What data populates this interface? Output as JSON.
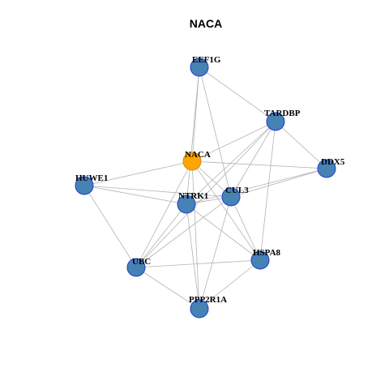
{
  "title": "NACA",
  "colors": {
    "background": "#ffffff",
    "edge": "#b3b3b3",
    "node_fill": "#4682b4",
    "node_stroke": "#1f3fd1",
    "focus_fill": "#ffa500",
    "focus_stroke": "#d28a1a"
  },
  "nodes": [
    {
      "id": "EEF1G",
      "label": "EEF1G",
      "focus": false
    },
    {
      "id": "TARDBP",
      "label": "TARDBP",
      "focus": false
    },
    {
      "id": "NACA",
      "label": "NACA",
      "focus": true
    },
    {
      "id": "DDX5",
      "label": "DDX5",
      "focus": false
    },
    {
      "id": "HUWE1",
      "label": "HUWE1",
      "focus": false
    },
    {
      "id": "NTRK1",
      "label": "NTRK1",
      "focus": false
    },
    {
      "id": "CUL3",
      "label": "CUL3",
      "focus": false
    },
    {
      "id": "HSPA8",
      "label": "HSPA8",
      "focus": false
    },
    {
      "id": "UBC",
      "label": "UBC",
      "focus": false
    },
    {
      "id": "PPP2R1A",
      "label": "PPP2R1A",
      "focus": false
    }
  ],
  "edges": [
    [
      "EEF1G",
      "NACA"
    ],
    [
      "EEF1G",
      "NTRK1"
    ],
    [
      "EEF1G",
      "TARDBP"
    ],
    [
      "EEF1G",
      "CUL3"
    ],
    [
      "TARDBP",
      "NACA"
    ],
    [
      "TARDBP",
      "DDX5"
    ],
    [
      "TARDBP",
      "NTRK1"
    ],
    [
      "TARDBP",
      "CUL3"
    ],
    [
      "TARDBP",
      "HSPA8"
    ],
    [
      "TARDBP",
      "UBC"
    ],
    [
      "NACA",
      "DDX5"
    ],
    [
      "NACA",
      "HUWE1"
    ],
    [
      "NACA",
      "CUL3"
    ],
    [
      "NACA",
      "HSPA8"
    ],
    [
      "NACA",
      "UBC"
    ],
    [
      "NACA",
      "PPP2R1A"
    ],
    [
      "DDX5",
      "NTRK1"
    ],
    [
      "DDX5",
      "CUL3"
    ],
    [
      "HUWE1",
      "NTRK1"
    ],
    [
      "HUWE1",
      "CUL3"
    ],
    [
      "HUWE1",
      "UBC"
    ],
    [
      "NTRK1",
      "CUL3"
    ],
    [
      "NTRK1",
      "HSPA8"
    ],
    [
      "NTRK1",
      "UBC"
    ],
    [
      "NTRK1",
      "PPP2R1A"
    ],
    [
      "CUL3",
      "HSPA8"
    ],
    [
      "CUL3",
      "UBC"
    ],
    [
      "CUL3",
      "PPP2R1A"
    ],
    [
      "HSPA8",
      "UBC"
    ],
    [
      "HSPA8",
      "PPP2R1A"
    ],
    [
      "UBC",
      "PPP2R1A"
    ]
  ]
}
